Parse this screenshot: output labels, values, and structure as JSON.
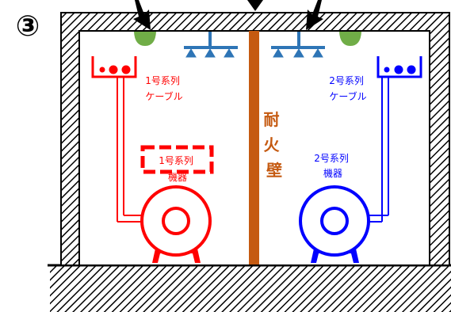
{
  "step_marker": "③",
  "left_cable_label": [
    "1号系列",
    "ケーブル"
  ],
  "right_cable_label": [
    "2号系列",
    "ケーブル"
  ],
  "left_equipment_label": [
    "1号系列",
    "機器"
  ],
  "right_equipment_label": [
    "2号系列",
    "機器"
  ],
  "firewall_label": [
    "耐",
    "火",
    "壁"
  ],
  "colors": {
    "series1": "#ff0000",
    "series2": "#0000ff",
    "firewall": "#c55a11",
    "sprinkler": "#2e75b6",
    "detector": "#548235"
  }
}
